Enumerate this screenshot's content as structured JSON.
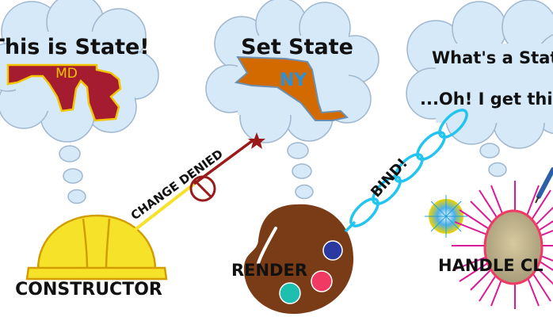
{
  "bubble_1": {
    "title": "This is State!",
    "state_label": "MD"
  },
  "bubble_2": {
    "title": "Set State",
    "state_label": "NY"
  },
  "bubble_3": {
    "line_1": "What's a Stat",
    "line_2": "...Oh! I get thi"
  },
  "arrow_1_label": "CHANGE DENIED",
  "arrow_2_label": "BIND!",
  "labels": {
    "constructor": "CONSTRUCTOR",
    "render": "RENDER",
    "handle": "HANDLE CL"
  },
  "colors": {
    "cloud_fill": "#d6e9f8",
    "cloud_stroke": "#9fb7cf",
    "maryland": "#a51c30",
    "maryland_accent": "#f2c500",
    "new_york": "#d26a00",
    "helmet": "#f6e228",
    "helmet_stroke": "#d19d00",
    "denied_line": "#9a1a1a",
    "chain": "#22c4f0",
    "palette": "#7a3c16",
    "paint_blue": "#2b3aa0",
    "paint_red": "#f03a64",
    "paint_teal": "#1fbfb0",
    "starburst": "#d81a98"
  }
}
